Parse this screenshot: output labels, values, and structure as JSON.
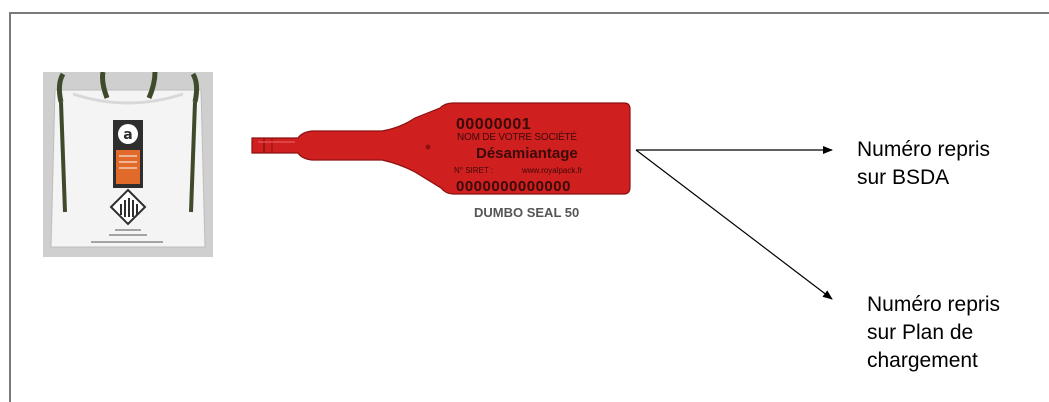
{
  "seal": {
    "number": "00000001",
    "company": "NOM DE VOTRE SOCIÉTÉ",
    "activity": "Désamiantage",
    "siret_label": "N° SIRET :",
    "website": "www.royalpack.fr",
    "barcode_number": "0000000000000",
    "model_name": "DUMBO SEAL 50",
    "color": "#d01f1f"
  },
  "bag": {
    "label_letter": "a"
  },
  "callouts": {
    "bsda": {
      "line1": "Numéro repris",
      "line2": "sur BSDA"
    },
    "plan": {
      "line1": "Numéro repris",
      "line2": "sur Plan de",
      "line3": "chargement"
    }
  },
  "colors": {
    "frame": "#7a7a7a",
    "seal": "#d01f1f",
    "arrow": "#000000"
  }
}
